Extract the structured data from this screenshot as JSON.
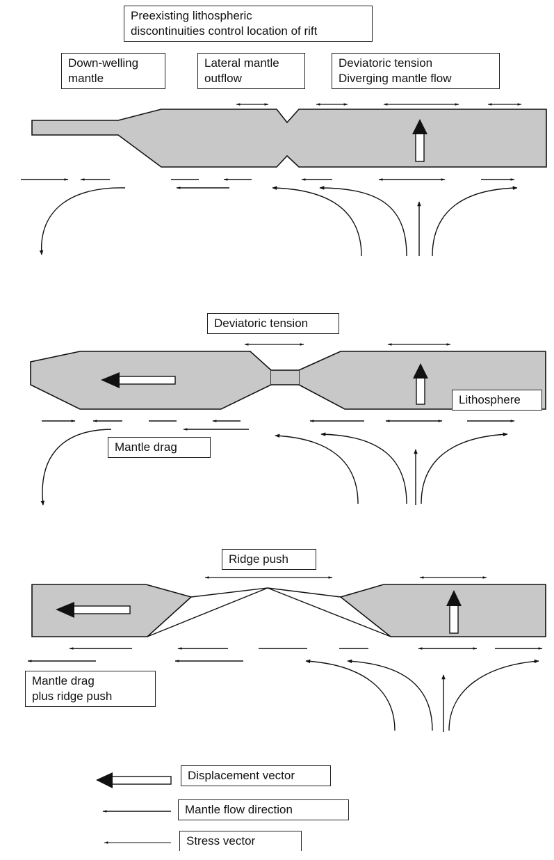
{
  "title_box": {
    "line1": "Preexisting lithospheric",
    "line2": "discontinuities control location of rift"
  },
  "panel_a": {
    "downwelling_line1": "Down-welling",
    "downwelling_line2": "mantle",
    "lateral_line1": "Lateral mantle",
    "lateral_line2": "outflow",
    "deviatoric_line1": "Deviatoric tension",
    "deviatoric_line2": "Diverging mantle flow"
  },
  "panel_b": {
    "deviatoric": "Deviatoric tension",
    "lithosphere": "Lithosphere",
    "mantle_drag": "Mantle drag"
  },
  "panel_c": {
    "ridge_push": "Ridge push",
    "drag_line1": "Mantle drag",
    "drag_line2": "plus ridge push"
  },
  "legend": {
    "displacement": "Displacement vector",
    "flow": "Mantle flow direction",
    "stress": "Stress vector"
  },
  "colors": {
    "plate_fill": "#c8c8c8",
    "stroke": "#111111"
  }
}
